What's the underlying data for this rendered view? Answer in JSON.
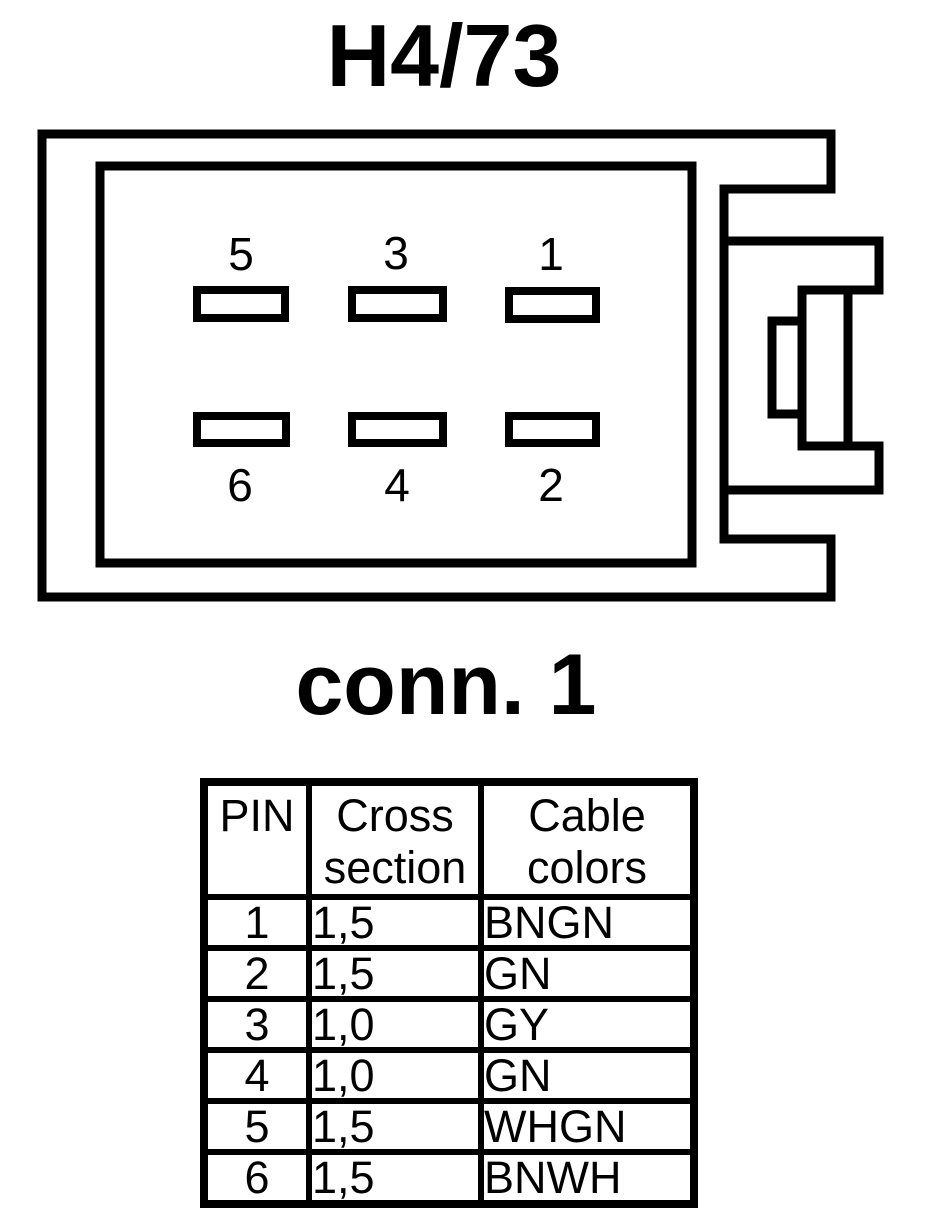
{
  "page": {
    "title": "H4/73",
    "connector_label": "conn. 1",
    "ink_color": "#000000",
    "background_color": "#ffffff"
  },
  "connector": {
    "pins": [
      {
        "number": "5"
      },
      {
        "number": "3"
      },
      {
        "number": "1"
      },
      {
        "number": "6"
      },
      {
        "number": "4"
      },
      {
        "number": "2"
      }
    ]
  },
  "table": {
    "headers": {
      "pin": "PIN",
      "cross_section": "Cross section",
      "cable_colors": "Cable colors"
    },
    "rows": [
      {
        "pin": "1",
        "cross_section": "1,5",
        "cable_color": "BNGN"
      },
      {
        "pin": "2",
        "cross_section": "1,5",
        "cable_color": "GN"
      },
      {
        "pin": "3",
        "cross_section": "1,0",
        "cable_color": "GY"
      },
      {
        "pin": "4",
        "cross_section": "1,0",
        "cable_color": "GN"
      },
      {
        "pin": "5",
        "cross_section": "1,5",
        "cable_color": "WHGN"
      },
      {
        "pin": "6",
        "cross_section": "1,5",
        "cable_color": "BNWH"
      }
    ]
  }
}
